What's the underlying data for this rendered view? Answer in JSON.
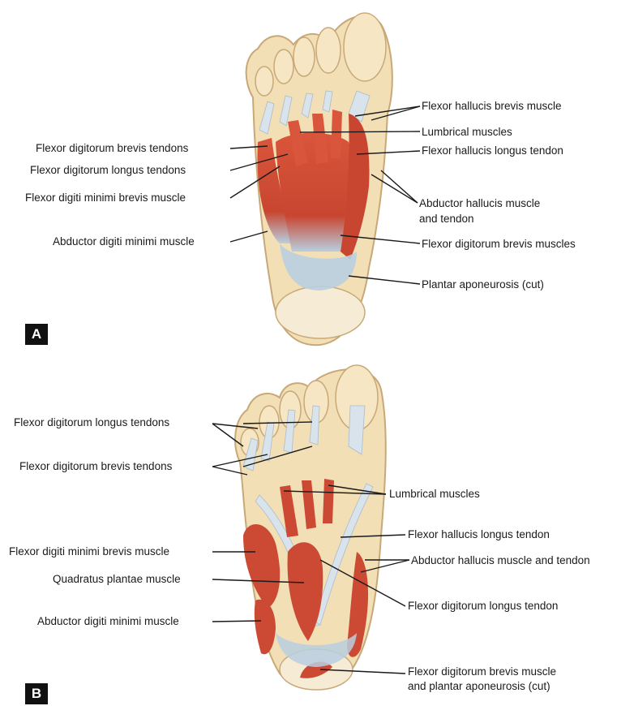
{
  "panels": {
    "a": {
      "tag": "A",
      "labels": {
        "fdb_tendons": "Flexor digitorum brevis tendons",
        "fdl_tendons": "Flexor digitorum longus tendons",
        "fdmb_muscle": "Flexor digiti minimi brevis muscle",
        "adm_muscle": "Abductor digiti minimi muscle",
        "fhb_muscle": "Flexor hallucis brevis muscle",
        "lumbricals": "Lumbrical muscles",
        "fhl_tendon": "Flexor hallucis longus tendon",
        "ah_line1": "Abductor hallucis muscle",
        "ah_line2": "and tendon",
        "fdb_muscles": "Flexor digitorum brevis muscles",
        "plantar_apo": "Plantar aponeurosis (cut)"
      }
    },
    "b": {
      "tag": "B",
      "labels": {
        "fdl_tendons": "Flexor digitorum longus tendons",
        "fdb_tendons": "Flexor digitorum brevis tendons",
        "fdmb_muscle": "Flexor digiti minimi brevis muscle",
        "qp_muscle": "Quadratus plantae muscle",
        "adm_muscle": "Abductor digiti minimi muscle",
        "lumbricals": "Lumbrical muscles",
        "fhl_tendon": "Flexor hallucis longus tendon",
        "ah_muscle": "Abductor hallucis muscle and tendon",
        "fdl_tendon": "Flexor digitorum longus tendon",
        "fdb_line1": "Flexor digitorum brevis muscle",
        "fdb_line2": "and plantar aponeurosis (cut)"
      }
    }
  },
  "colors": {
    "skin": "#f2dfb5",
    "skin_edge": "#c9a878",
    "muscle": "#cc4a33",
    "muscle_light": "#e58a6e",
    "tendon": "#d8e3ec",
    "aponeurosis": "#b9cfe0",
    "line": "#1a1a1a"
  }
}
